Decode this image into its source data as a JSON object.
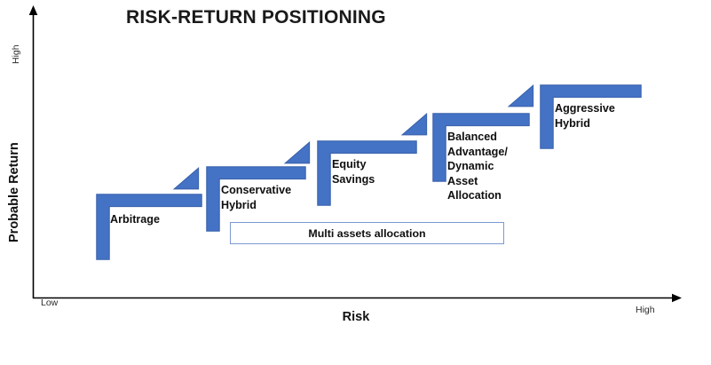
{
  "chart_data": {
    "type": "diagram",
    "title": "RISK-RETURN POSITIONING",
    "xlabel": "Risk",
    "ylabel": "Probable Return",
    "x_ticks": [
      "Low",
      "High"
    ],
    "y_ticks": [
      "High"
    ],
    "grid": false,
    "legend": "none",
    "axis_style": "arrow-axes, origin bottom-left, x increasing right, y increasing up",
    "categories": [
      "Arbitrage",
      "Conservative Hybrid",
      "Equity Savings",
      "Balanced Advantage/ Dynamic Asset Allocation",
      "Aggressive Hybrid"
    ],
    "series": [
      {
        "name": "Risk-return step position (relative scale 0-100)",
        "risk": [
          12,
          30,
          48,
          68,
          88
        ],
        "probable_return": [
          22,
          38,
          54,
          70,
          86
        ]
      }
    ],
    "annotations": [
      {
        "text": "Multi assets allocation",
        "spans_categories": [
          "Conservative Hybrid",
          "Equity Savings",
          "Balanced Advantage/ Dynamic Asset Allocation"
        ]
      }
    ],
    "notes": "Five ascending L-shaped step arrows, each with a small right-triangle arrowhead above-left of the next step, showing increasing risk and increasing probable return."
  },
  "title": {
    "text": "RISK-RETURN POSITIONING"
  },
  "axes": {
    "y_name": "Probable Return",
    "x_name": "Risk",
    "y_high": "High",
    "x_low": "Low",
    "x_high": "High"
  },
  "steps": [
    {
      "id": "arbitrage",
      "label": "Arbitrage"
    },
    {
      "id": "conservative-hybrid",
      "label": "Conservative\nHybrid"
    },
    {
      "id": "equity-savings",
      "label": "Equity Savings"
    },
    {
      "id": "balanced-advantage",
      "label": "Balanced\nAdvantage/\nDynamic Asset\nAllocation"
    },
    {
      "id": "aggressive-hybrid",
      "label": "Aggressive\nHybrid"
    }
  ],
  "multi_asset_box": {
    "label": "Multi assets allocation"
  },
  "colors": {
    "step_fill": "#4472C4",
    "step_stroke": "#3B63AE",
    "box_border": "#7B9AD0",
    "axis": "#000000",
    "text": "#0F0F0F"
  }
}
